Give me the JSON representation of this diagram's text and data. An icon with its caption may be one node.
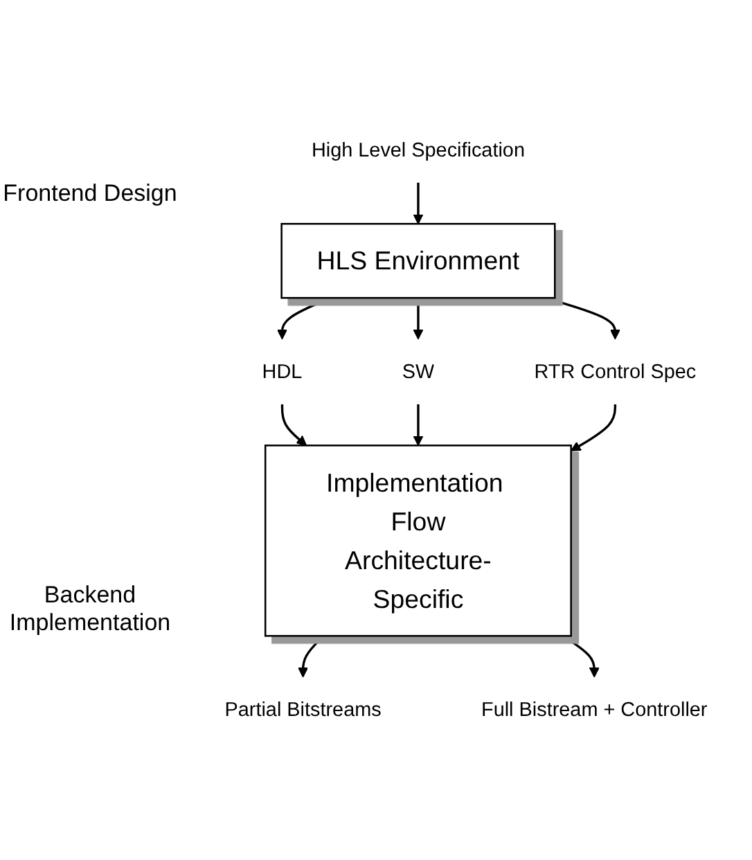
{
  "diagram": {
    "nodes": [
      {
        "text": [
          "High Level Specification"
        ]
      },
      {
        "text": [
          "HLS Environment"
        ]
      },
      {
        "text": [
          "HDL"
        ]
      },
      {
        "text": [
          "SW"
        ]
      },
      {
        "text": [
          "RTR Control Spec"
        ]
      },
      {
        "text": [
          "Implementation Flow",
          "Architecture-Specific"
        ]
      },
      {
        "text": [
          "Partial Bitstreams"
        ]
      },
      {
        "text": [
          "Full Bistream + Controller"
        ]
      }
    ],
    "edges": [
      {
        "from": 0,
        "to": 1,
        "arrow": "to"
      },
      {
        "from": 1,
        "to": 2,
        "arrow": "to"
      },
      {
        "from": 1,
        "to": 3,
        "arrow": "to"
      },
      {
        "from": 1,
        "to": 4,
        "arrow": "to"
      },
      {
        "from": 2,
        "to": 5,
        "arrow": "to"
      },
      {
        "from": 3,
        "to": 5,
        "arrow": "to"
      },
      {
        "from": 4,
        "to": 5,
        "arrow": "to"
      },
      {
        "from": 5,
        "to": 6,
        "arrow": "to"
      },
      {
        "from": 5,
        "to": 7,
        "arrow": "to"
      }
    ],
    "labels": [
      "Frontend Design",
      "Backend Implementation"
    ]
  }
}
